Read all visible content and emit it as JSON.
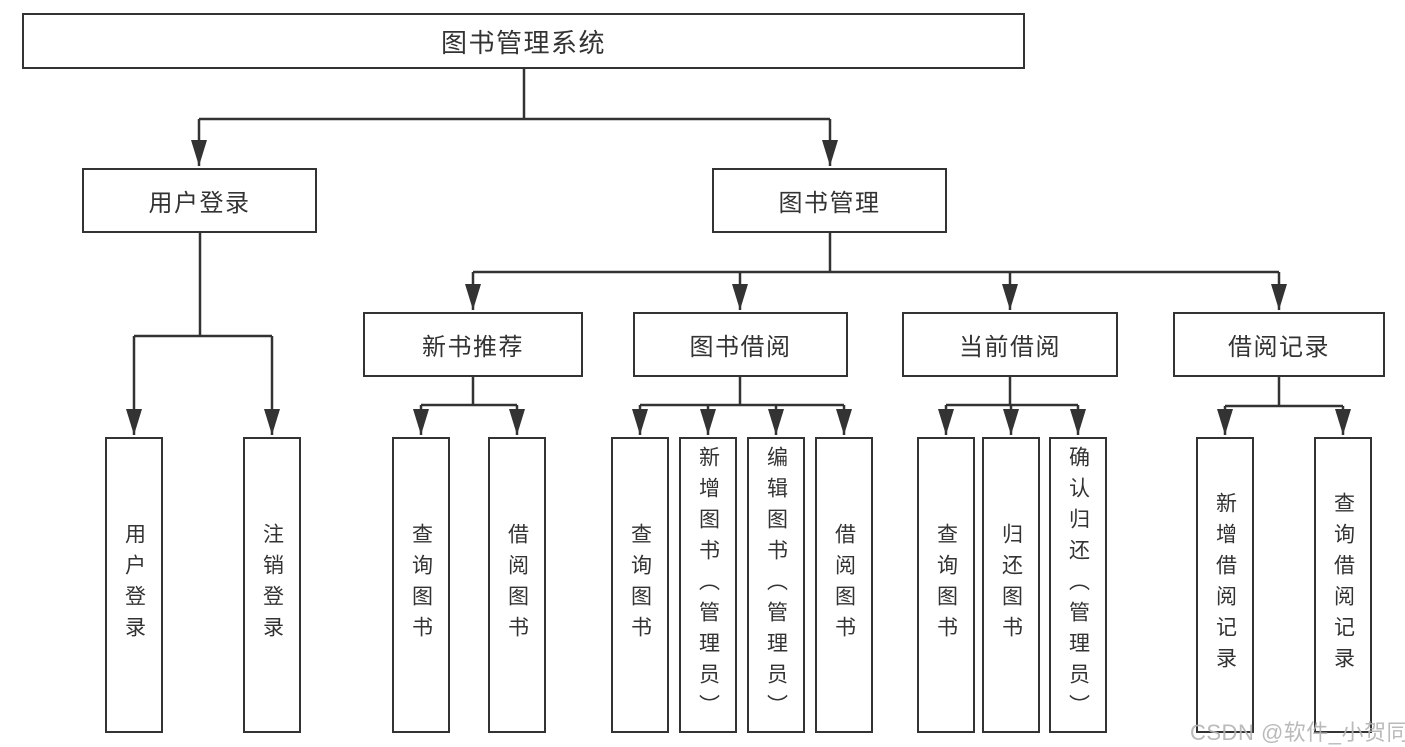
{
  "tree": {
    "label": "图书管理系统",
    "children": [
      {
        "label": "用户登录",
        "children": [
          {
            "label": "用户登录"
          },
          {
            "label": "注销登录"
          }
        ]
      },
      {
        "label": "图书管理",
        "children": [
          {
            "label": "新书推荐",
            "children": [
              {
                "label": "查询图书"
              },
              {
                "label": "借阅图书"
              }
            ]
          },
          {
            "label": "图书借阅",
            "children": [
              {
                "label": "查询图书"
              },
              {
                "label": "新增图书（管理员）"
              },
              {
                "label": "编辑图书（管理员）"
              },
              {
                "label": "借阅图书"
              }
            ]
          },
          {
            "label": "当前借阅",
            "children": [
              {
                "label": "查询图书"
              },
              {
                "label": "归还图书"
              },
              {
                "label": "确认归还（管理员）"
              }
            ]
          },
          {
            "label": "借阅记录",
            "children": [
              {
                "label": "新增借阅记录"
              },
              {
                "label": "查询借阅记录"
              }
            ]
          }
        ]
      }
    ]
  },
  "watermark": {
    "text": "CSDN @软件_小贺同学"
  },
  "colors": {
    "line": "#333333",
    "box_border": "#333333",
    "text": "#333333",
    "watermark": "#b3b3b3",
    "background": "#ffffff"
  }
}
